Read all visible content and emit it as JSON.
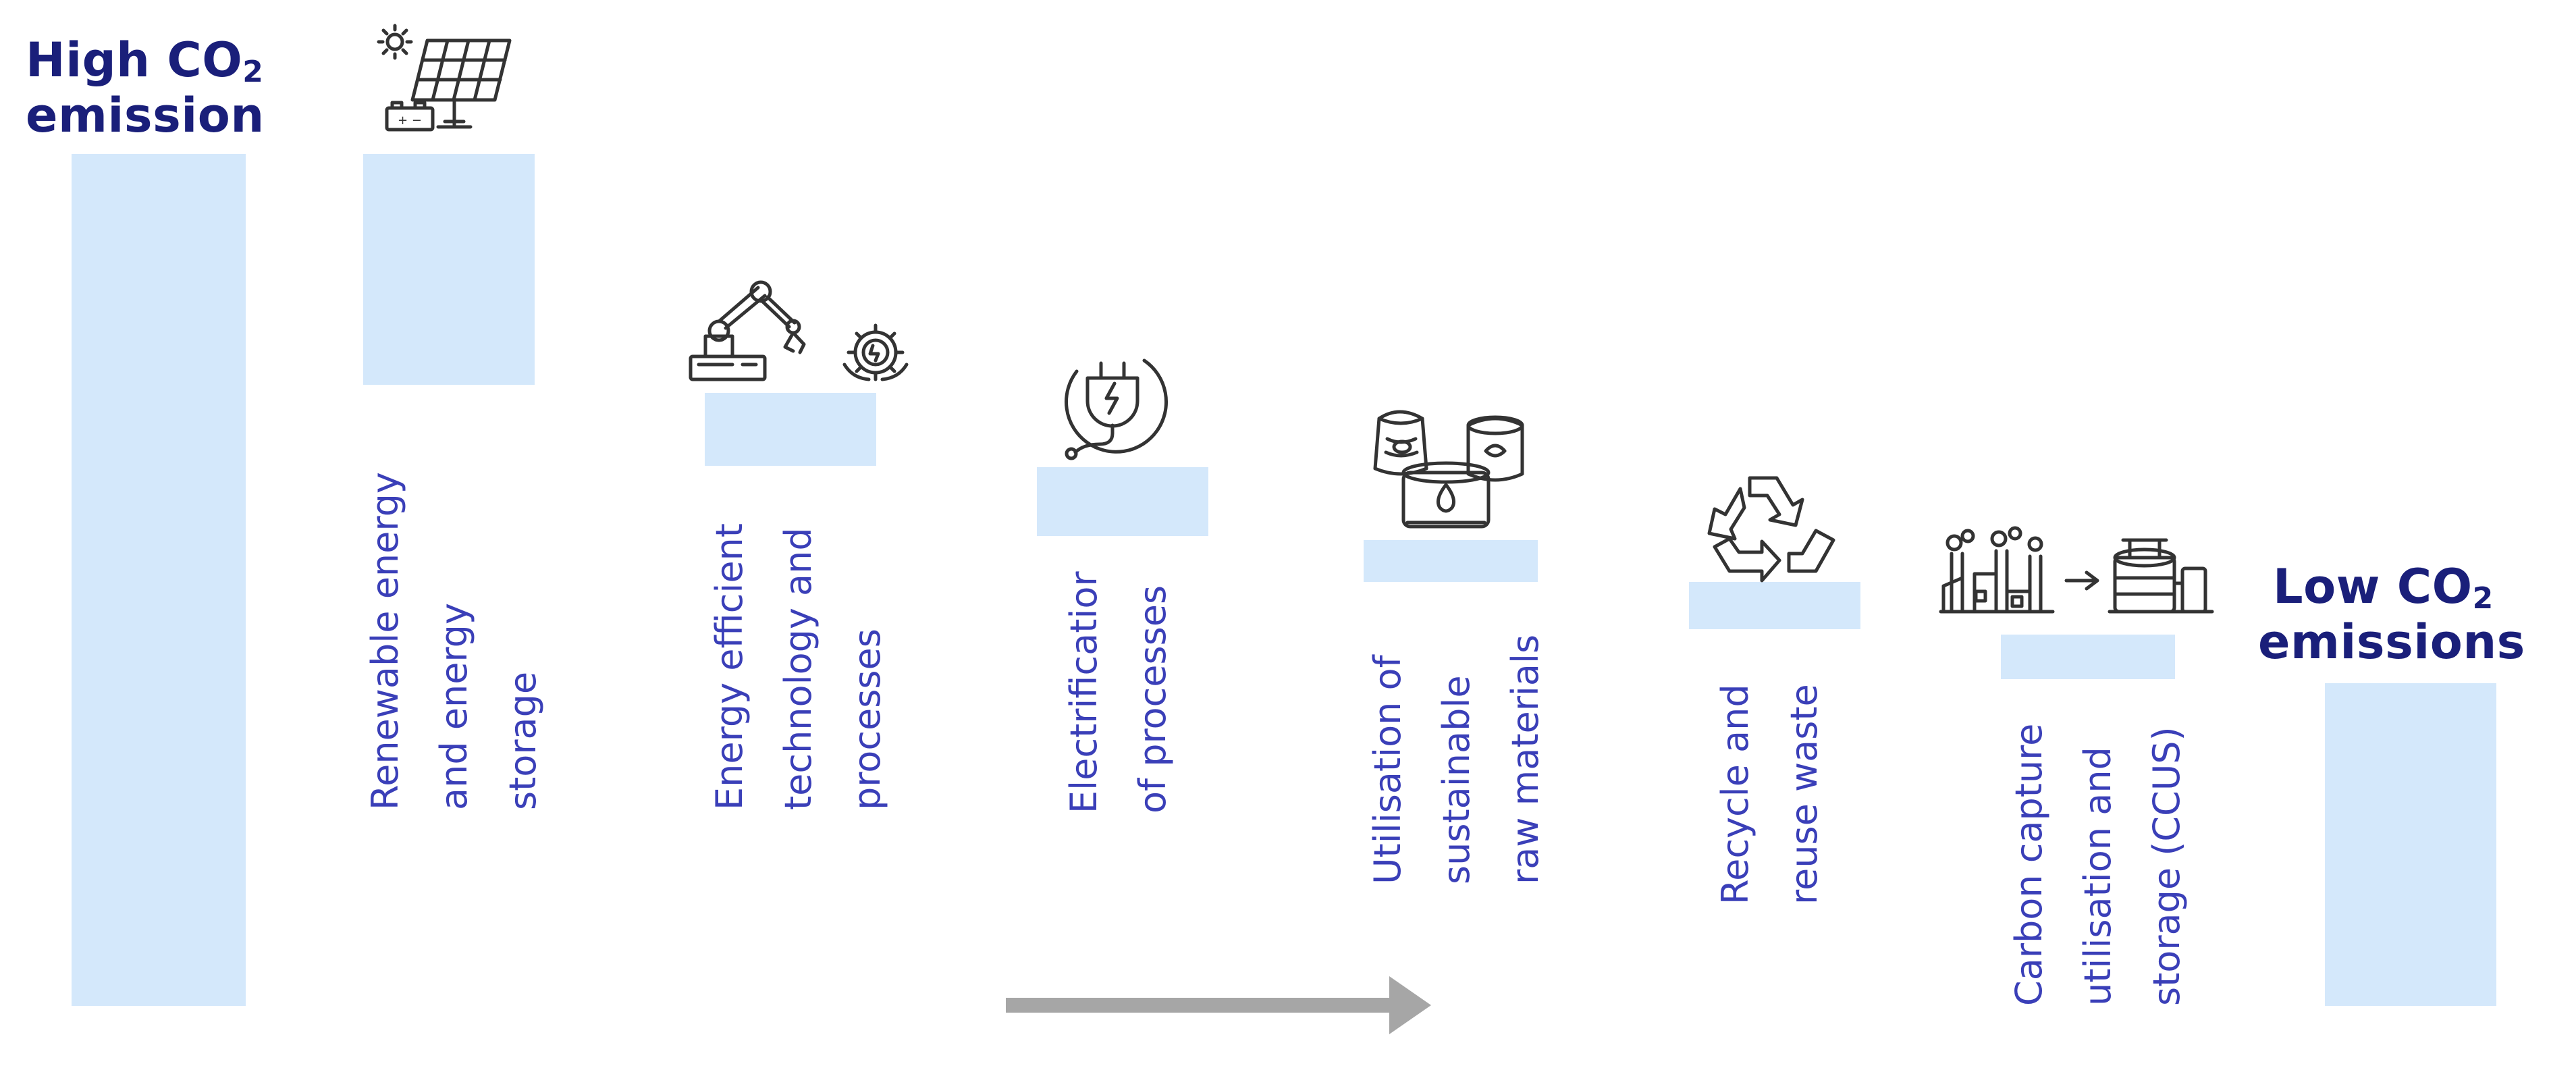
{
  "diagram": {
    "start_label": {
      "text": "High CO",
      "sub": "2",
      "line2": "emission"
    },
    "end_label": {
      "text": "Low CO",
      "sub": "2",
      "line2": "emissions"
    },
    "steps": [
      {
        "id": "renewable",
        "label": "Renewable energy\nand energy\nstorage",
        "icon": "solar-panel-icon"
      },
      {
        "id": "efficiency",
        "label": "Energy efficient\ntechnology and\nprocesses",
        "icon": "robot-arm-icon"
      },
      {
        "id": "electrification",
        "label": "Electrificatior\nof processes",
        "icon": "electric-plug-icon"
      },
      {
        "id": "materials",
        "label": "Utilisation of\nsustainable\nraw materials",
        "icon": "raw-materials-icon"
      },
      {
        "id": "recycle",
        "label": "Recycle and\nreuse waste",
        "icon": "recycle-icon"
      },
      {
        "id": "ccus",
        "label": "Carbon capture\nutilisation and\nstorage (CCUS)",
        "icon": "carbon-capture-icon"
      }
    ],
    "bar_color": "#d4e8fb",
    "heading_color": "#1a1f7a",
    "label_color": "#3a3fb8",
    "arrow_color": "#a6a6a6"
  }
}
